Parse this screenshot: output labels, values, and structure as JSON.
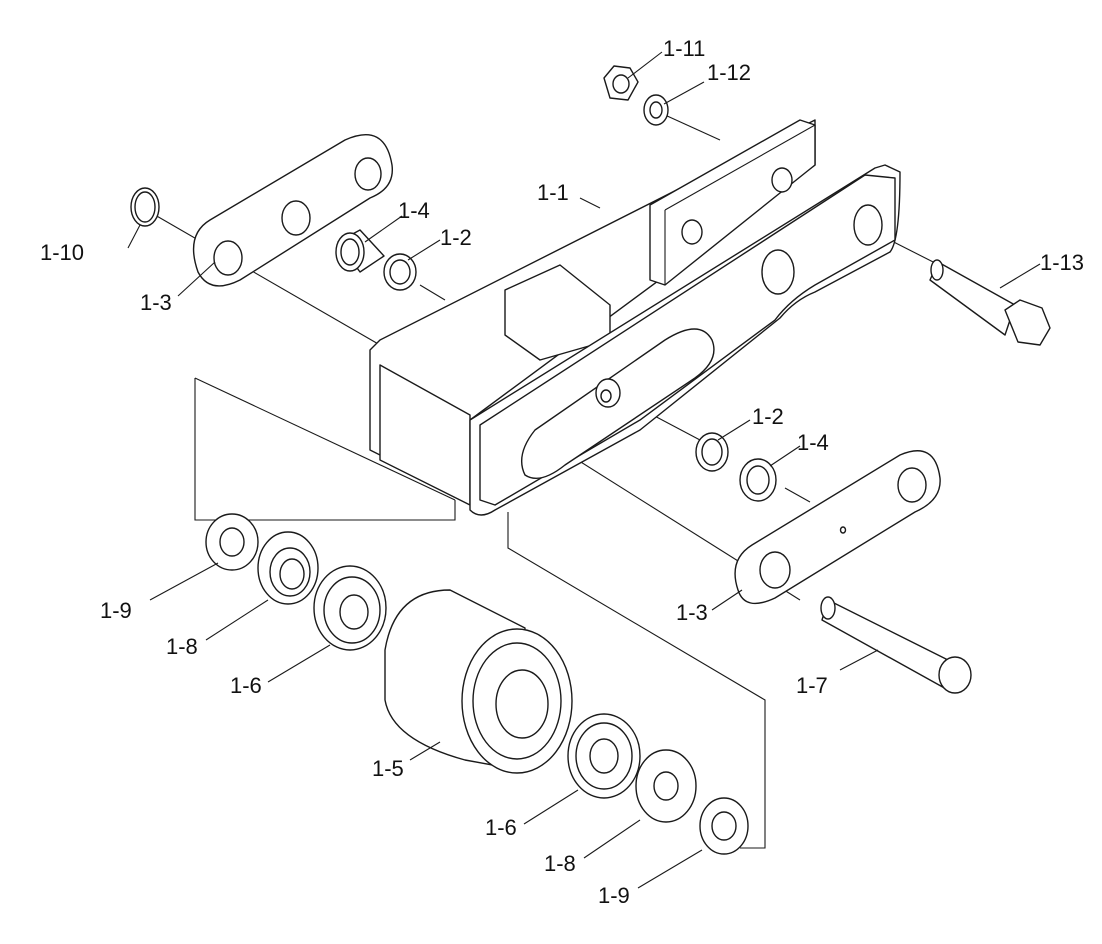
{
  "callouts": [
    {
      "id": "c-1-1",
      "label": "1-1"
    },
    {
      "id": "c-1-2a",
      "label": "1-2"
    },
    {
      "id": "c-1-2b",
      "label": "1-2"
    },
    {
      "id": "c-1-3a",
      "label": "1-3"
    },
    {
      "id": "c-1-3b",
      "label": "1-3"
    },
    {
      "id": "c-1-4a",
      "label": "1-4"
    },
    {
      "id": "c-1-4b",
      "label": "1-4"
    },
    {
      "id": "c-1-5",
      "label": "1-5"
    },
    {
      "id": "c-1-6a",
      "label": "1-6"
    },
    {
      "id": "c-1-6b",
      "label": "1-6"
    },
    {
      "id": "c-1-7",
      "label": "1-7"
    },
    {
      "id": "c-1-8a",
      "label": "1-8"
    },
    {
      "id": "c-1-8b",
      "label": "1-8"
    },
    {
      "id": "c-1-9a",
      "label": "1-9"
    },
    {
      "id": "c-1-9b",
      "label": "1-9"
    },
    {
      "id": "c-1-10",
      "label": "1-10"
    },
    {
      "id": "c-1-11",
      "label": "1-11"
    },
    {
      "id": "c-1-12",
      "label": "1-12"
    },
    {
      "id": "c-1-13",
      "label": "1-13"
    }
  ]
}
